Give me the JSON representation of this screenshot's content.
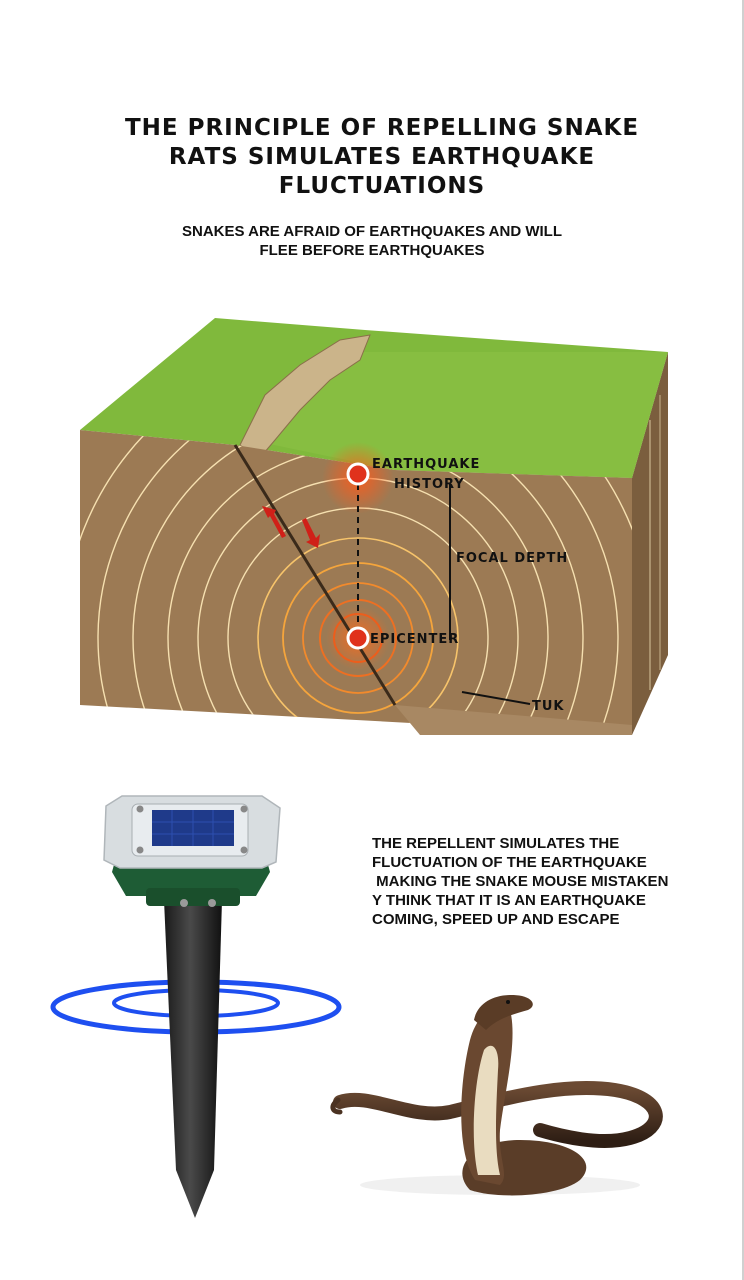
{
  "title": {
    "line1": "THE PRINCIPLE OF REPELLING SNAKE",
    "line2": "RATS SIMULATES EARTHQUAKE",
    "line3": "FLUCTUATIONS"
  },
  "subtitle": {
    "line1": "SNAKES ARE AFRAID OF EARTHQUAKES AND WILL",
    "line2": "FLEE BEFORE EARTHQUAKES"
  },
  "diagram": {
    "label_history_1": "EARTHQUAKE",
    "label_history_2": "HISTORY",
    "label_focal": "FOCAL DEPTH",
    "label_epicenter": "EPICENTER",
    "label_tuk": "TUK"
  },
  "description": {
    "line1": "THE REPELLENT SIMULATES THE",
    "line2": "FLUCTUATION OF THE EARTHQUAKE",
    "line3": " MAKING THE SNAKE MOUSE MISTAKEN",
    "line4": "Y THINK THAT IT IS AN EARTHQUAKE",
    "line5": "COMING, SPEED UP AND ESCAPE"
  },
  "colors": {
    "grass": "#7fb83a",
    "soil": "#9c7a54",
    "wave": "#f2a23a",
    "focus": "#e0321c",
    "ring": "#1e4ff0"
  }
}
